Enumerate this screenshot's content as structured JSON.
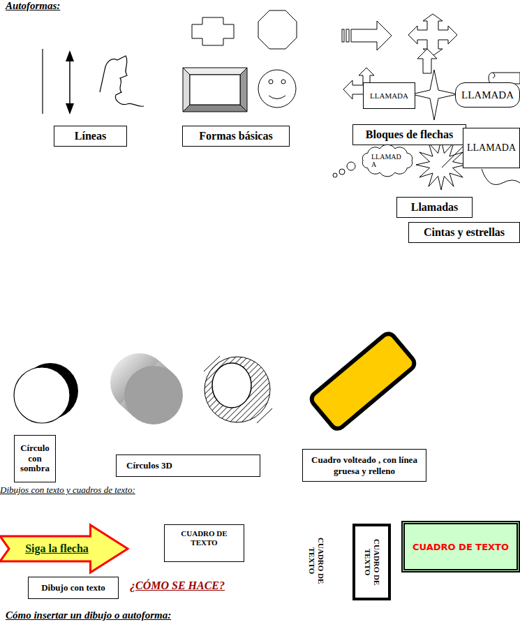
{
  "diagram": {
    "title": "Autoformas:",
    "nodes": [
      {
        "text": [
          "Líneas"
        ]
      },
      {
        "text": [
          "Formas básicas"
        ]
      },
      {
        "text": [
          "LLAMADA"
        ]
      },
      {
        "text": [
          "LLAMADA"
        ]
      },
      {
        "text": [
          "Bloques de flechas"
        ]
      },
      {
        "text": [
          "LLAMADA"
        ]
      },
      {
        "text": [
          "LLAMADA"
        ]
      },
      {
        "text": [
          "Llamadas"
        ]
      },
      {
        "text": [
          "Cintas y estrellas"
        ]
      },
      {
        "text": [
          "Círculo con sombra"
        ]
      },
      {
        "text": [
          "Círculos 3D"
        ]
      },
      {
        "text": [
          "Cuadro volteado , con línea gruesa y relleno"
        ]
      },
      {
        "text": [
          "Siga la flecha"
        ]
      },
      {
        "text": [
          "CUADRO DE TEXTO"
        ]
      },
      {
        "text": [
          "CUADRO DE TEXTO"
        ]
      },
      {
        "text": [
          "CUADRO DE TEXTO"
        ]
      },
      {
        "text": [
          "Dibujo con texto"
        ]
      }
    ],
    "labels": [
      "Dibujos con texto y cuadros de texto:",
      "CUADRO DE TEXTO",
      "¿CÓMO SE HACE?",
      "Cómo insertar un dibujo o autoforma:"
    ]
  }
}
